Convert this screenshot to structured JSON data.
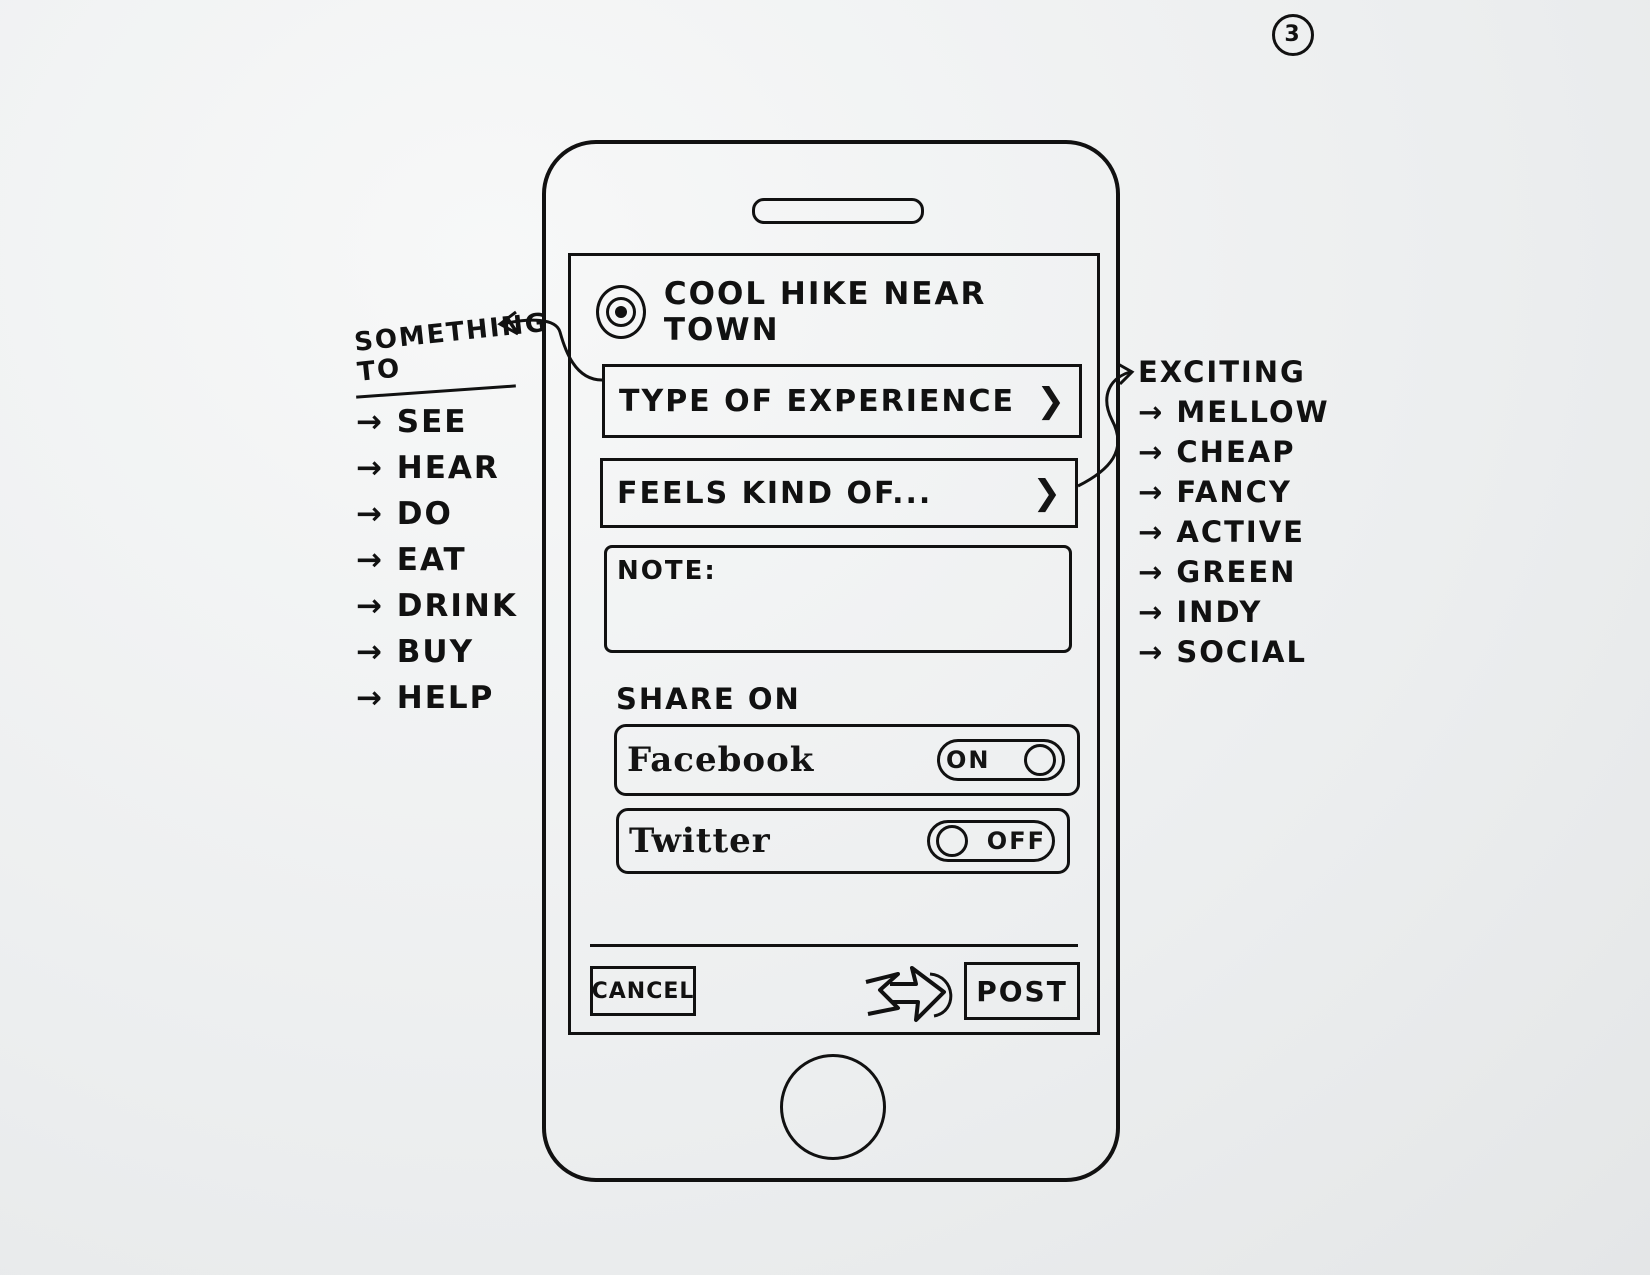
{
  "page_number": "3",
  "app": {
    "title": "COOL HIKE NEAR TOWN",
    "type_row_label": "TYPE OF EXPERIENCE",
    "type_row_chevron": "❯",
    "feels_row_label": "FEELS KIND OF...",
    "feels_row_chevron": "❯",
    "note_label": "NOTE:",
    "share_label": "SHARE ON",
    "share": [
      {
        "name": "Facebook",
        "state": "ON"
      },
      {
        "name": "Twitter",
        "state": "OFF"
      }
    ],
    "cancel_label": "CANCEL",
    "post_label": "POST"
  },
  "annotations": {
    "left_heading_line1": "SOMETHING",
    "left_heading_line2": "TO",
    "left_items": [
      "→ SEE",
      "→ HEAR",
      "→ DO",
      "→ EAT",
      "→ DRINK",
      "→ BUY",
      "→ HELP"
    ],
    "right_items": [
      "EXCITING",
      "→ MELLOW",
      "→ CHEAP",
      "→ FANCY",
      "→ ACTIVE",
      "→ GREEN",
      "→ INDY",
      "→ SOCIAL"
    ]
  },
  "icons": [
    "target-icon",
    "send-icon",
    "chevron-right-icon",
    "toggle-knob-icon"
  ]
}
